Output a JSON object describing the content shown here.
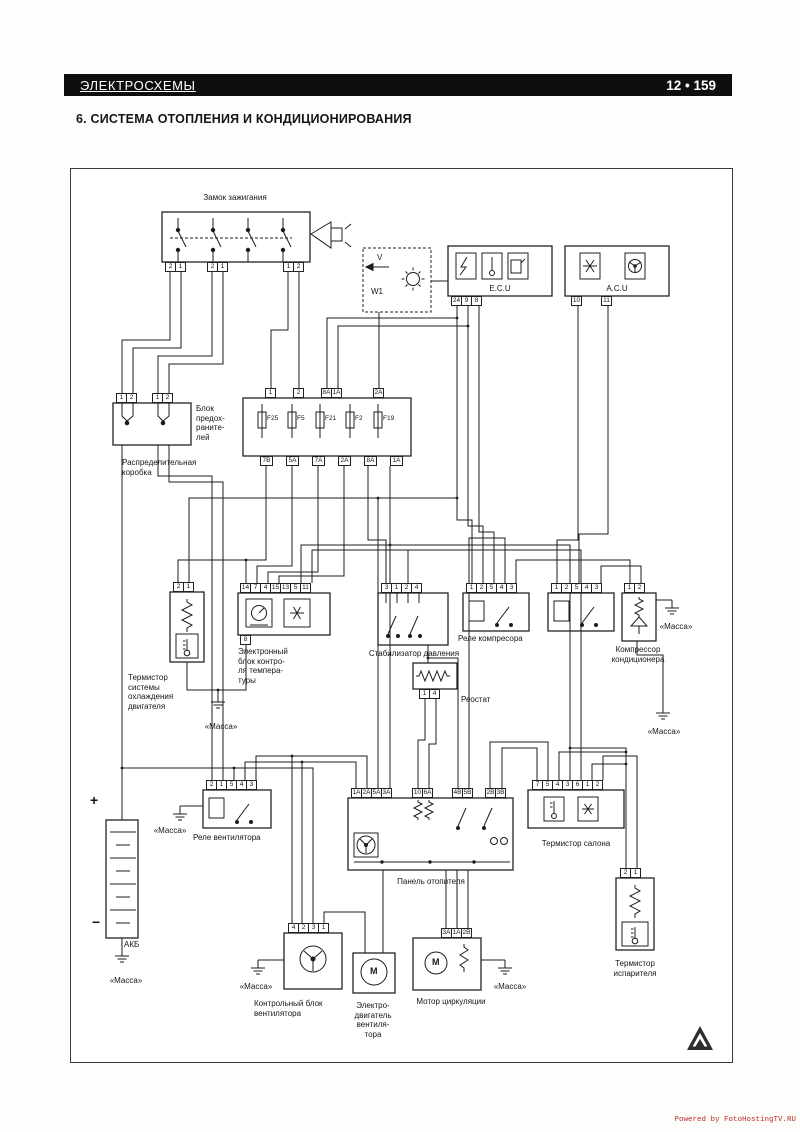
{
  "header": {
    "left": "ЭЛЕКТРОСХЕМЫ",
    "page": "12 • 159"
  },
  "title": "6.  СИСТЕМА ОТОПЛЕНИЯ И КОНДИЦИОНИРОВАНИЯ",
  "watermark": "Powered by FotoHostingTV.RU",
  "ground_label": "«Масса»",
  "colors": {
    "header_bg": "#0e0e0e",
    "watermark": "#c22727",
    "line": "#1c1c1c"
  },
  "ignition": {
    "label": "Замок зажигания",
    "pins1": [
      "2",
      "1"
    ],
    "pins2": [
      "2",
      "1"
    ],
    "pins3": [
      "1",
      "2"
    ]
  },
  "w1": {
    "label": "W1",
    "volt": "V"
  },
  "ecu": {
    "label": "E.C.U",
    "pins": [
      "24",
      "9",
      "8"
    ]
  },
  "acu": {
    "label": "A.C.U",
    "pin10": [
      "10"
    ],
    "pin11": [
      "11"
    ]
  },
  "dist_box": {
    "label": "Распределительная\nкоробка",
    "pins1": [
      "1",
      "2"
    ],
    "pins2": [
      "1",
      "2"
    ]
  },
  "fuse_box": {
    "label": "Блок\nпредох-\nраните-\nлей",
    "fuses": [
      "F25",
      "F5",
      "F21",
      "F2",
      "F19"
    ],
    "top1": [
      "1"
    ],
    "top2": [
      "2"
    ],
    "top3": [
      "8A",
      "1A"
    ],
    "top4": [
      "2A"
    ],
    "pins_bottom": [
      "7B",
      "5A",
      "7A",
      "2A",
      "8A",
      "1A"
    ]
  },
  "coolant_thermistor": {
    "label": "Термистор\nсистемы\nохлаждения\nдвигателя",
    "pins": [
      "2",
      "1"
    ]
  },
  "temp_control": {
    "label": "Электронный\nблок контро-\nля темпера-\nтуры",
    "pins_top": [
      "14",
      "7",
      "4",
      "15",
      "13",
      "5",
      "11"
    ],
    "pin_bottom": [
      "8"
    ]
  },
  "pressure_stab": {
    "label": "Стабилизатор давления",
    "pins": [
      "3",
      "1",
      "2",
      "4"
    ]
  },
  "comp_relay": {
    "label": "Реле компресора",
    "pins": [
      "1",
      "2",
      "5",
      "4",
      "3"
    ]
  },
  "comp_relay2": {
    "pins": [
      "1",
      "2",
      "5",
      "4",
      "3"
    ]
  },
  "compressor": {
    "label": "Компрессор\nкондиционера",
    "pins": [
      "1",
      "2"
    ]
  },
  "rheostat": {
    "label": "Реостат",
    "pins": [
      "1",
      "4"
    ]
  },
  "fan_relay": {
    "label": "Реле вентилятора",
    "pins": [
      "2",
      "1",
      "5",
      "4",
      "3"
    ]
  },
  "heater_panel": {
    "label": "Панель отопителя",
    "pins1": [
      "1A",
      "2A",
      "5A",
      "3A"
    ],
    "pins2": [
      "10",
      "6A"
    ],
    "pins3": [
      "4B",
      "5B"
    ],
    "pins4": [
      "2B",
      "3B"
    ]
  },
  "cabin_thermistor": {
    "label": "Термистор салона",
    "pins": [
      "7",
      "5",
      "4",
      "3",
      "6",
      "1",
      "2"
    ]
  },
  "evap_thermistor": {
    "label": "Термистор\nиспарителя",
    "pins": [
      "2",
      "1"
    ]
  },
  "battery": {
    "label": "АКБ",
    "plus": "+",
    "minus": "−"
  },
  "fan_control": {
    "label": "Контрольный блок\nвентилятора",
    "pins": [
      "4",
      "2",
      "3",
      "1"
    ]
  },
  "fan_motor": {
    "label": "Электро-\nдвигатель\nвентиля-\nтора",
    "m": "M"
  },
  "circ_motor": {
    "label": "Мотор циркуляции",
    "pins": [
      "3A",
      "1A",
      "2B"
    ],
    "m": "M"
  }
}
